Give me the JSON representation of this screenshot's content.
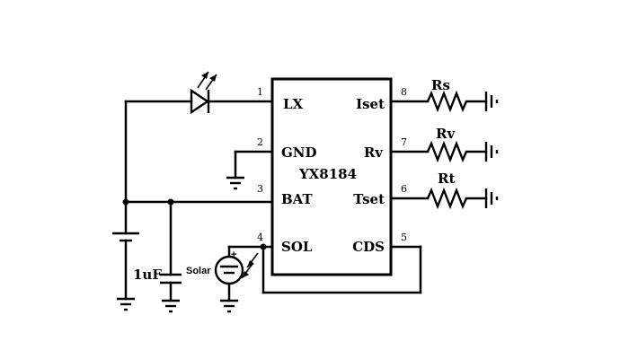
{
  "chip": {
    "name": "YX8184",
    "pins": {
      "p1": {
        "num": "1",
        "name": "LX"
      },
      "p2": {
        "num": "2",
        "name": "GND"
      },
      "p3": {
        "num": "3",
        "name": "BAT"
      },
      "p4": {
        "num": "4",
        "name": "SOL"
      },
      "p5": {
        "num": "5",
        "name": "CDS"
      },
      "p6": {
        "num": "6",
        "name": "Tset"
      },
      "p7": {
        "num": "7",
        "name": "Rv"
      },
      "p8": {
        "num": "8",
        "name": "Iset"
      }
    }
  },
  "components": {
    "rs": "Rs",
    "rv": "Rv",
    "rt": "Rt",
    "capacitor": "1uF",
    "solar": "Solar",
    "solar_plus": "+"
  }
}
